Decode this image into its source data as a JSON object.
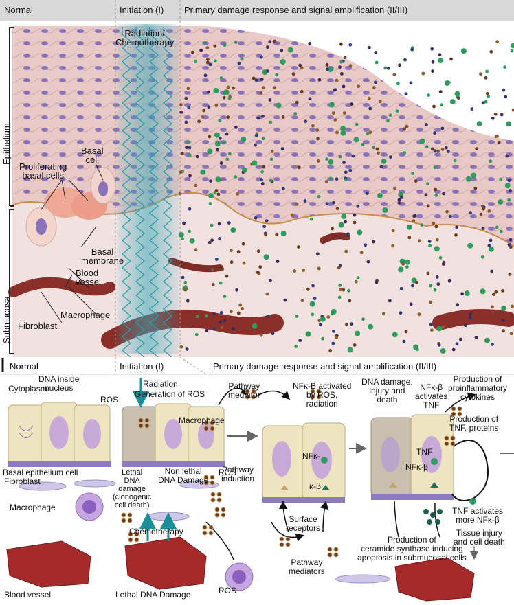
{
  "top": {
    "header": {
      "normal": "Normal",
      "initiation": "Initiation (I)",
      "primary": "Primary damage response and signal amplification (II/III)"
    },
    "side": {
      "epithelium": "Epithelium",
      "submucosa": "Submucosa"
    },
    "labels": {
      "radiation_chemo": "Radiation/\nChemotherapy",
      "basal_cell": "Basal\ncell",
      "proliferating": "Proliferating\nbasal cells",
      "basal_membrane": "Basal\nmembrane",
      "blood_vessel": "Blood\nvessel",
      "macrophage": "Macrophage",
      "fibroblast": "Fibroblast"
    }
  },
  "bottom": {
    "header": {
      "normal": "Normal",
      "initiation": "Initiation (I)",
      "primary": "Primary damage response and signal amplification (II/III)"
    },
    "labels": {
      "dna_inside_nucleus": "DNA inside\nnucleus",
      "cytoplasm": "Cytoplasm",
      "radiation": "Radiation",
      "ros_top": "ROS",
      "generation_ros": "Generation of ROS",
      "macrophage_mid": "Macrophage",
      "basal_epithelium_cell": "Basal epithelium cell",
      "fibroblast": "Fibroblast",
      "lethal_dna_damage_clonogenic": "Lethal\nDNA\ndamage\n(clonogenic\ncell death)",
      "non_lethal": "Non lethal\nDNA Damage",
      "ros_mid": "ROS",
      "macrophage_legend": "Macrophage",
      "chemotherapy": "Chemotherapy",
      "ros_bottom": "ROS",
      "blood_vessel": "Blood vessel",
      "lethal_dna_damage": "Lethal DNA Damage",
      "pathway_mediator": "Pathway\nmediator",
      "nfkb_activated": "NFκ-B activated\nby ROS,\nradiation",
      "pathway_induction": "Pathway\ninduction",
      "nfk_cell": "NFκ-",
      "kb_cell": "κ-β",
      "surface_receptors": "Surface\nreceptors",
      "pathway_mediators": "Pathway\nmediators",
      "dna_damage_injury": "DNA damage,\ninjury and\ndeath",
      "nfkb_activates_tnf": "NFκ-β\nactivates\nTNF",
      "production_cytokines": "Production of\nproinflammatory\ncytokines",
      "production_tnf": "Production of\nTNF, proteins",
      "tnf_cell": "TNF",
      "nfkb_cell": "NFκ-β",
      "tnf_activates": "TNF activates\nmore NFκ-β",
      "tissue_injury": "Tissue injury\nand cell death",
      "production_ceramide": "Production of\nceramide synthase inducing\napoptosis in submucosal cells"
    }
  },
  "colors": {
    "header_bg": "#d9d9d9",
    "epithelium": "#e8c9c4",
    "nucleus": "#8a72b8",
    "submucosa": "#f1e2e0",
    "vessel": "#8a2f2a",
    "radiation_beam": "#3aa9b8",
    "cell_bg": "#efe4c0",
    "membrane": "#8d7bc2"
  }
}
